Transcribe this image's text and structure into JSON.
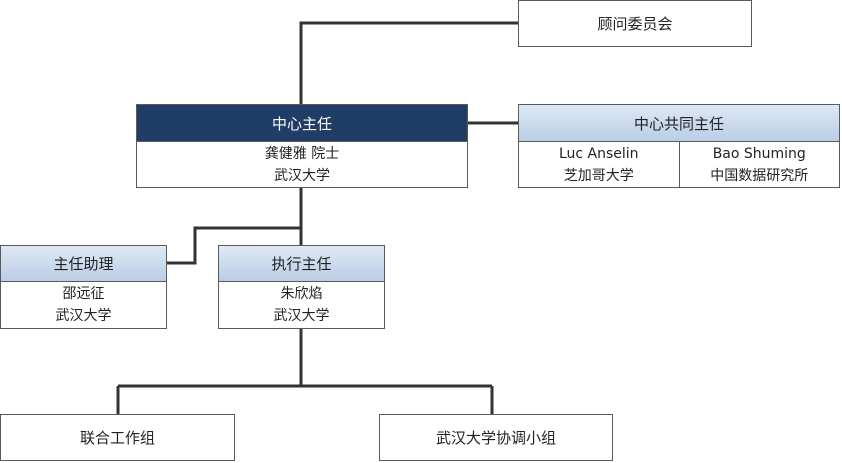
{
  "advisory": {
    "title": "顾问委员会"
  },
  "director": {
    "role": "中心主任",
    "name": "龚健雅 院士",
    "affiliation": "武汉大学"
  },
  "co_director": {
    "role": "中心共同主任",
    "members": [
      {
        "name": "Luc Anselin",
        "affiliation": "芝加哥大学"
      },
      {
        "name": "Bao Shuming",
        "affiliation": "中国数据研究所"
      }
    ]
  },
  "assistant": {
    "role": "主任助理",
    "name": "邵远征",
    "affiliation": "武汉大学"
  },
  "executive": {
    "role": "执行主任",
    "name": "朱欣焰",
    "affiliation": "武汉大学"
  },
  "joint_group": {
    "title": "联合工作组"
  },
  "whu_group": {
    "title": "武汉大学协调小组"
  },
  "colors": {
    "dark_header": "#1f3d66",
    "light_header": "#c8d8ec",
    "line": "#333333"
  }
}
